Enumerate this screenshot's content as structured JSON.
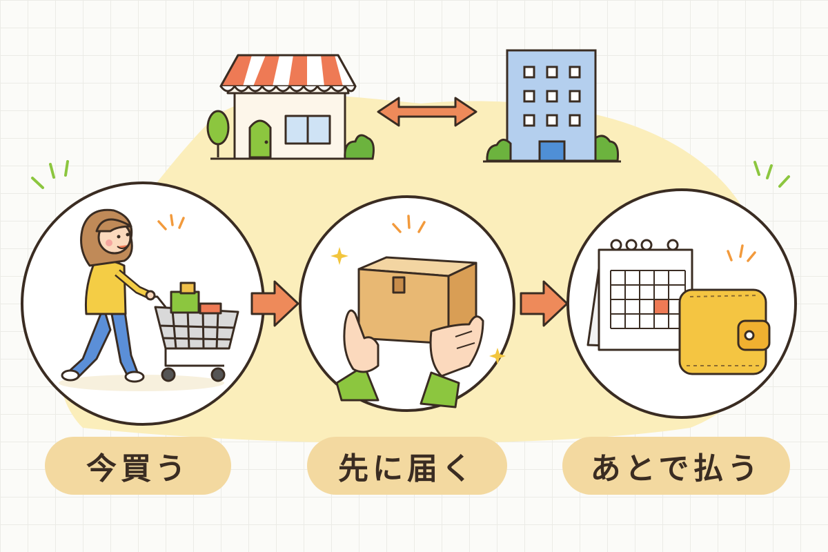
{
  "steps": [
    {
      "label": "今買う",
      "icon": "shopping-cart-icon"
    },
    {
      "label": "先に届く",
      "icon": "package-box-icon"
    },
    {
      "label": "あとで払う",
      "icon": "calendar-wallet-icon"
    }
  ],
  "top": {
    "left_icon": "shop-icon",
    "right_icon": "office-building-icon",
    "connector": "double-arrow-icon"
  },
  "colors": {
    "blob": "#fbeebb",
    "pill": "#f3d9a0",
    "arrow": "#ee8a5a",
    "outline": "#3a2c22",
    "accent_green": "#8cc63f",
    "accent_orange": "#f29a3c"
  }
}
